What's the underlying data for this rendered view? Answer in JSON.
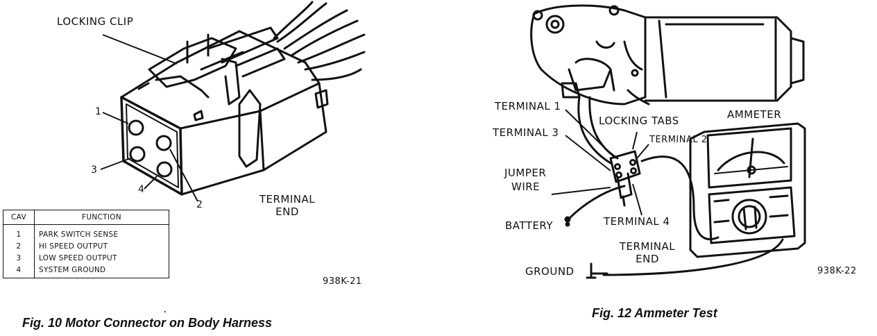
{
  "fig10": {
    "caption": "Fig. 10 Motor Connector on Body Harness",
    "code": "938K-21",
    "labels": {
      "locking_clip": "LOCKING CLIP",
      "terminal_end": [
        "TERMINAL",
        "END"
      ]
    },
    "pin_numbers": [
      "1",
      "2",
      "3",
      "4"
    ],
    "table": {
      "headers": [
        "CAV",
        "FUNCTION"
      ],
      "rows": [
        {
          "cav": "1",
          "function": "PARK SWITCH SENSE"
        },
        {
          "cav": "2",
          "function": "HI SPEED OUTPUT"
        },
        {
          "cav": "3",
          "function": "LOW SPEED OUTPUT"
        },
        {
          "cav": "4",
          "function": "SYSTEM GROUND"
        }
      ]
    }
  },
  "fig12": {
    "caption": "Fig. 12 Ammeter Test",
    "code": "938K-22",
    "labels": {
      "terminal_1": "TERMINAL 1",
      "terminal_2": "TERMINAL 2",
      "terminal_3": "TERMINAL 3",
      "terminal_4": "TERMINAL 4",
      "locking_tabs": "LOCKING TABS",
      "ammeter": "AMMETER",
      "jumper_wire": [
        "JUMPER",
        "WIRE"
      ],
      "battery": "BATTERY",
      "terminal_end": [
        "TERMINAL",
        "END"
      ],
      "ground": "GROUND"
    }
  }
}
